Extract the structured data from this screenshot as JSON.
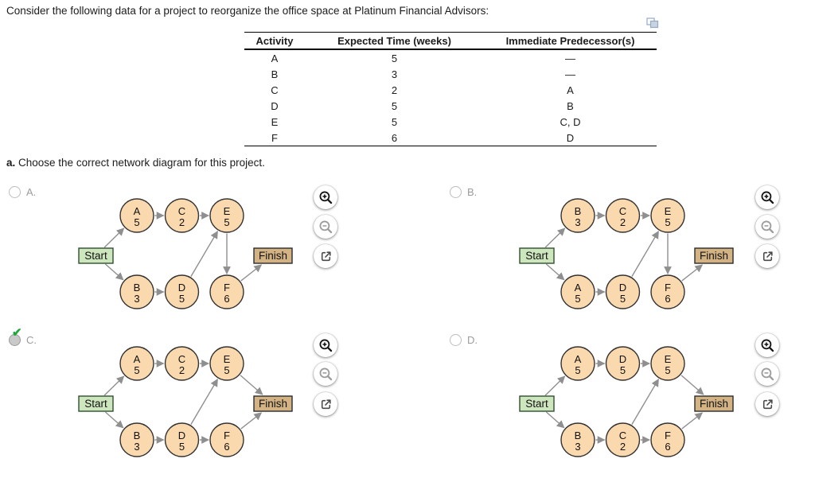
{
  "title": "Consider the following data for a project to reorganize the office space at Platinum Financial Advisors:",
  "question": {
    "prefix": "a.",
    "text": " Choose the correct network diagram for this project."
  },
  "icons": {
    "copy": "copy-icon",
    "zoom_in": "zoom-in-icon",
    "zoom_out": "zoom-out-icon",
    "open_external": "open-in-new-icon",
    "check_glyph": "✔"
  },
  "colors": {
    "node_fill": "#f9d9ad",
    "node_border": "#333333",
    "start_fill": "#cde6bd",
    "start_border": "#2f4f2f",
    "finish_fill": "#d3b384",
    "finish_border": "#2b2b2b",
    "edge": "#8f8f8f",
    "check": "#1ea83c"
  },
  "table": {
    "headers": [
      "Activity",
      "Expected Time  (weeks)",
      "Immediate Predecessor(s)"
    ],
    "rows": [
      [
        "A",
        "5",
        "—"
      ],
      [
        "B",
        "3",
        "—"
      ],
      [
        "C",
        "2",
        "A"
      ],
      [
        "D",
        "5",
        "B"
      ],
      [
        "E",
        "5",
        "C, D"
      ],
      [
        "F",
        "6",
        "D"
      ]
    ]
  },
  "options": [
    {
      "label": "A.",
      "selected": false,
      "diagram": {
        "nodes": [
          {
            "id": "Start",
            "type": "start",
            "label": "Start"
          },
          {
            "id": "A",
            "time": "5",
            "row": "top",
            "col": 1
          },
          {
            "id": "C",
            "time": "2",
            "row": "top",
            "col": 2
          },
          {
            "id": "E",
            "time": "5",
            "row": "top",
            "col": 3
          },
          {
            "id": "B",
            "time": "3",
            "row": "bottom",
            "col": 1
          },
          {
            "id": "D",
            "time": "5",
            "row": "bottom",
            "col": 2
          },
          {
            "id": "F",
            "time": "6",
            "row": "bottom",
            "col": 3
          },
          {
            "id": "Finish",
            "type": "finish",
            "label": "Finish"
          }
        ],
        "edges": [
          [
            "Start",
            "A"
          ],
          [
            "Start",
            "B"
          ],
          [
            "A",
            "C"
          ],
          [
            "C",
            "E"
          ],
          [
            "B",
            "D"
          ],
          [
            "D",
            "E"
          ],
          [
            "E",
            "F"
          ],
          [
            "F",
            "Finish"
          ]
        ]
      }
    },
    {
      "label": "B.",
      "selected": false,
      "diagram": {
        "nodes": [
          {
            "id": "Start",
            "type": "start",
            "label": "Start"
          },
          {
            "id": "B",
            "time": "3",
            "row": "top",
            "col": 1
          },
          {
            "id": "C",
            "time": "2",
            "row": "top",
            "col": 2
          },
          {
            "id": "E",
            "time": "5",
            "row": "top",
            "col": 3
          },
          {
            "id": "A",
            "time": "5",
            "row": "bottom",
            "col": 1
          },
          {
            "id": "D",
            "time": "5",
            "row": "bottom",
            "col": 2
          },
          {
            "id": "F",
            "time": "6",
            "row": "bottom",
            "col": 3
          },
          {
            "id": "Finish",
            "type": "finish",
            "label": "Finish"
          }
        ],
        "edges": [
          [
            "Start",
            "B"
          ],
          [
            "Start",
            "A"
          ],
          [
            "B",
            "C"
          ],
          [
            "C",
            "E"
          ],
          [
            "A",
            "D"
          ],
          [
            "D",
            "E"
          ],
          [
            "E",
            "F"
          ],
          [
            "F",
            "Finish"
          ]
        ]
      }
    },
    {
      "label": "C.",
      "selected": true,
      "diagram": {
        "nodes": [
          {
            "id": "Start",
            "type": "start",
            "label": "Start"
          },
          {
            "id": "A",
            "time": "5",
            "row": "top",
            "col": 1
          },
          {
            "id": "C",
            "time": "2",
            "row": "top",
            "col": 2
          },
          {
            "id": "E",
            "time": "5",
            "row": "top",
            "col": 3
          },
          {
            "id": "B",
            "time": "3",
            "row": "bottom",
            "col": 1
          },
          {
            "id": "D",
            "time": "5",
            "row": "bottom",
            "col": 2
          },
          {
            "id": "F",
            "time": "6",
            "row": "bottom",
            "col": 3
          },
          {
            "id": "Finish",
            "type": "finish",
            "label": "Finish"
          }
        ],
        "edges": [
          [
            "Start",
            "A"
          ],
          [
            "Start",
            "B"
          ],
          [
            "A",
            "C"
          ],
          [
            "C",
            "E"
          ],
          [
            "B",
            "D"
          ],
          [
            "D",
            "E"
          ],
          [
            "D",
            "F"
          ],
          [
            "E",
            "Finish"
          ],
          [
            "F",
            "Finish"
          ]
        ]
      }
    },
    {
      "label": "D.",
      "selected": false,
      "diagram": {
        "nodes": [
          {
            "id": "Start",
            "type": "start",
            "label": "Start"
          },
          {
            "id": "A",
            "time": "5",
            "row": "top",
            "col": 1
          },
          {
            "id": "D",
            "time": "5",
            "row": "top",
            "col": 2
          },
          {
            "id": "E",
            "time": "5",
            "row": "top",
            "col": 3
          },
          {
            "id": "B",
            "time": "3",
            "row": "bottom",
            "col": 1
          },
          {
            "id": "C",
            "time": "2",
            "row": "bottom",
            "col": 2
          },
          {
            "id": "F",
            "time": "6",
            "row": "bottom",
            "col": 3
          },
          {
            "id": "Finish",
            "type": "finish",
            "label": "Finish"
          }
        ],
        "edges": [
          [
            "Start",
            "A"
          ],
          [
            "Start",
            "B"
          ],
          [
            "A",
            "D"
          ],
          [
            "D",
            "E"
          ],
          [
            "B",
            "C"
          ],
          [
            "C",
            "E"
          ],
          [
            "C",
            "F"
          ],
          [
            "E",
            "Finish"
          ],
          [
            "F",
            "Finish"
          ]
        ]
      }
    }
  ]
}
